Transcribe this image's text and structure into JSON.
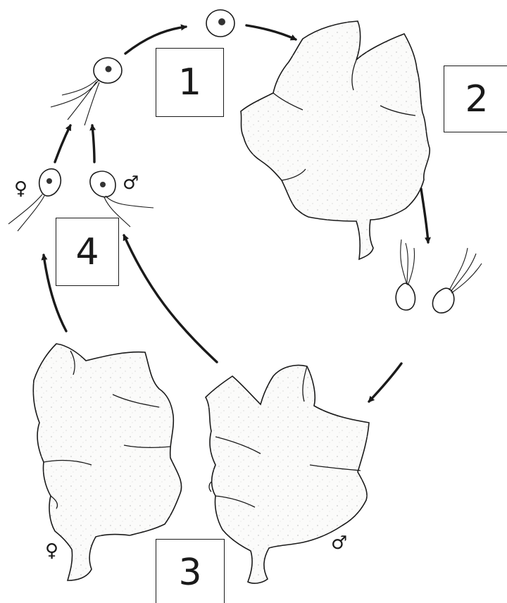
{
  "stage_labels": [
    "1",
    "2",
    "3",
    "4"
  ],
  "sex_symbols": {
    "gamete_female": "♀",
    "gamete_male": "♂",
    "plant_female": "♀",
    "plant_male": "♂"
  },
  "colors": {
    "ink": "#1a1a1a",
    "thallus_fill": "#fbfbfa",
    "background": "#ffffff"
  }
}
